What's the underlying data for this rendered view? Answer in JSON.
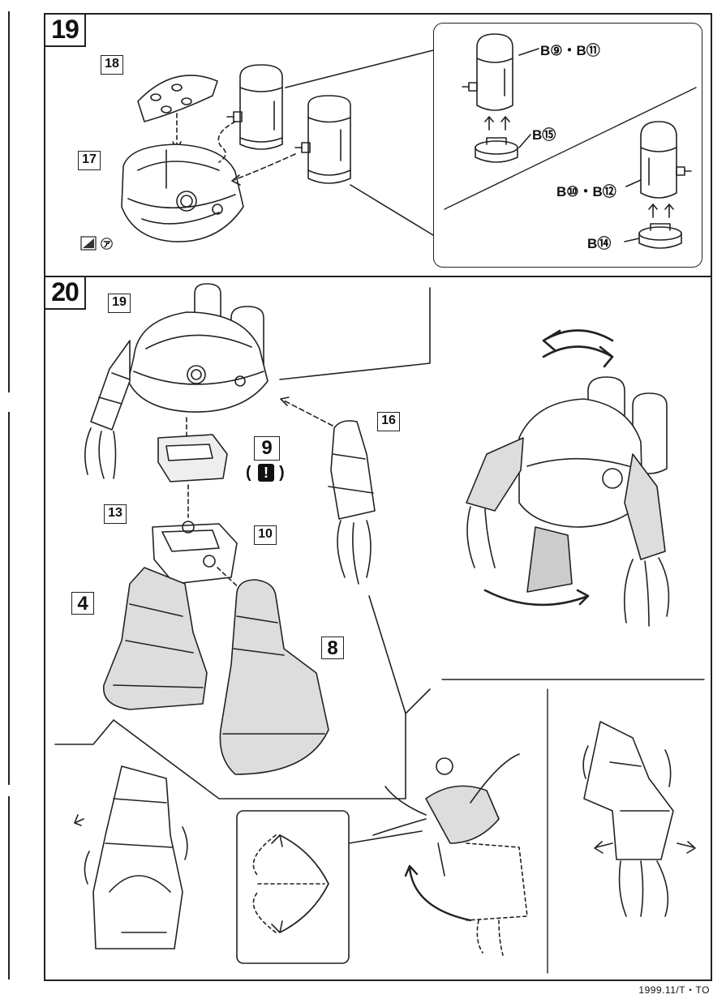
{
  "step19": {
    "number": "19",
    "parts": {
      "p18": "18",
      "p17": "17"
    },
    "callouts": {
      "b9_b11": "B⑨・B⑪",
      "b15": "B⑮",
      "b10_b12": "B⑩・B⑫",
      "b14": "B⑭"
    },
    "sticker": "㋐"
  },
  "step20": {
    "number": "20",
    "parts": {
      "p19": "19",
      "p16": "16",
      "p9": "9",
      "p13": "13",
      "p10": "10",
      "p4": "4",
      "p8": "8"
    },
    "caution_open": "(",
    "caution_icon": "!",
    "caution_close": ")"
  },
  "footer": {
    "code": "1999.11/T・TO"
  }
}
